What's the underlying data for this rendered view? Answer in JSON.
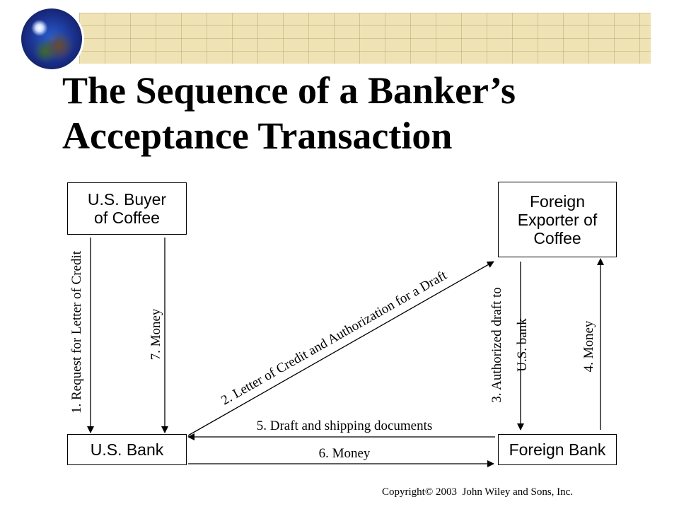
{
  "title": {
    "line1": "The Sequence of a Banker’s",
    "line2": "Acceptance Transaction"
  },
  "boxes": {
    "us_buyer": {
      "line1": "U.S. Buyer",
      "line2": "of Coffee"
    },
    "foreign_exporter": {
      "line1": "Foreign",
      "line2": "Exporter of",
      "line3": "Coffee"
    },
    "us_bank": {
      "label": "U.S. Bank"
    },
    "foreign_bank": {
      "label": "Foreign Bank"
    }
  },
  "arrows": {
    "step1": "1. Request for Letter of Credit",
    "step2": "2. Letter of Credit and Authorization for a Draft",
    "step3_line1": "3. Authorized draft to",
    "step3_line2": "U.S. bank",
    "step4": "4. Money",
    "step5": "5. Draft and shipping documents",
    "step6": "6. Money",
    "step7": "7. Money"
  },
  "footer": {
    "copyright": "Copyright© 2003  John Wiley and Sons, Inc."
  }
}
